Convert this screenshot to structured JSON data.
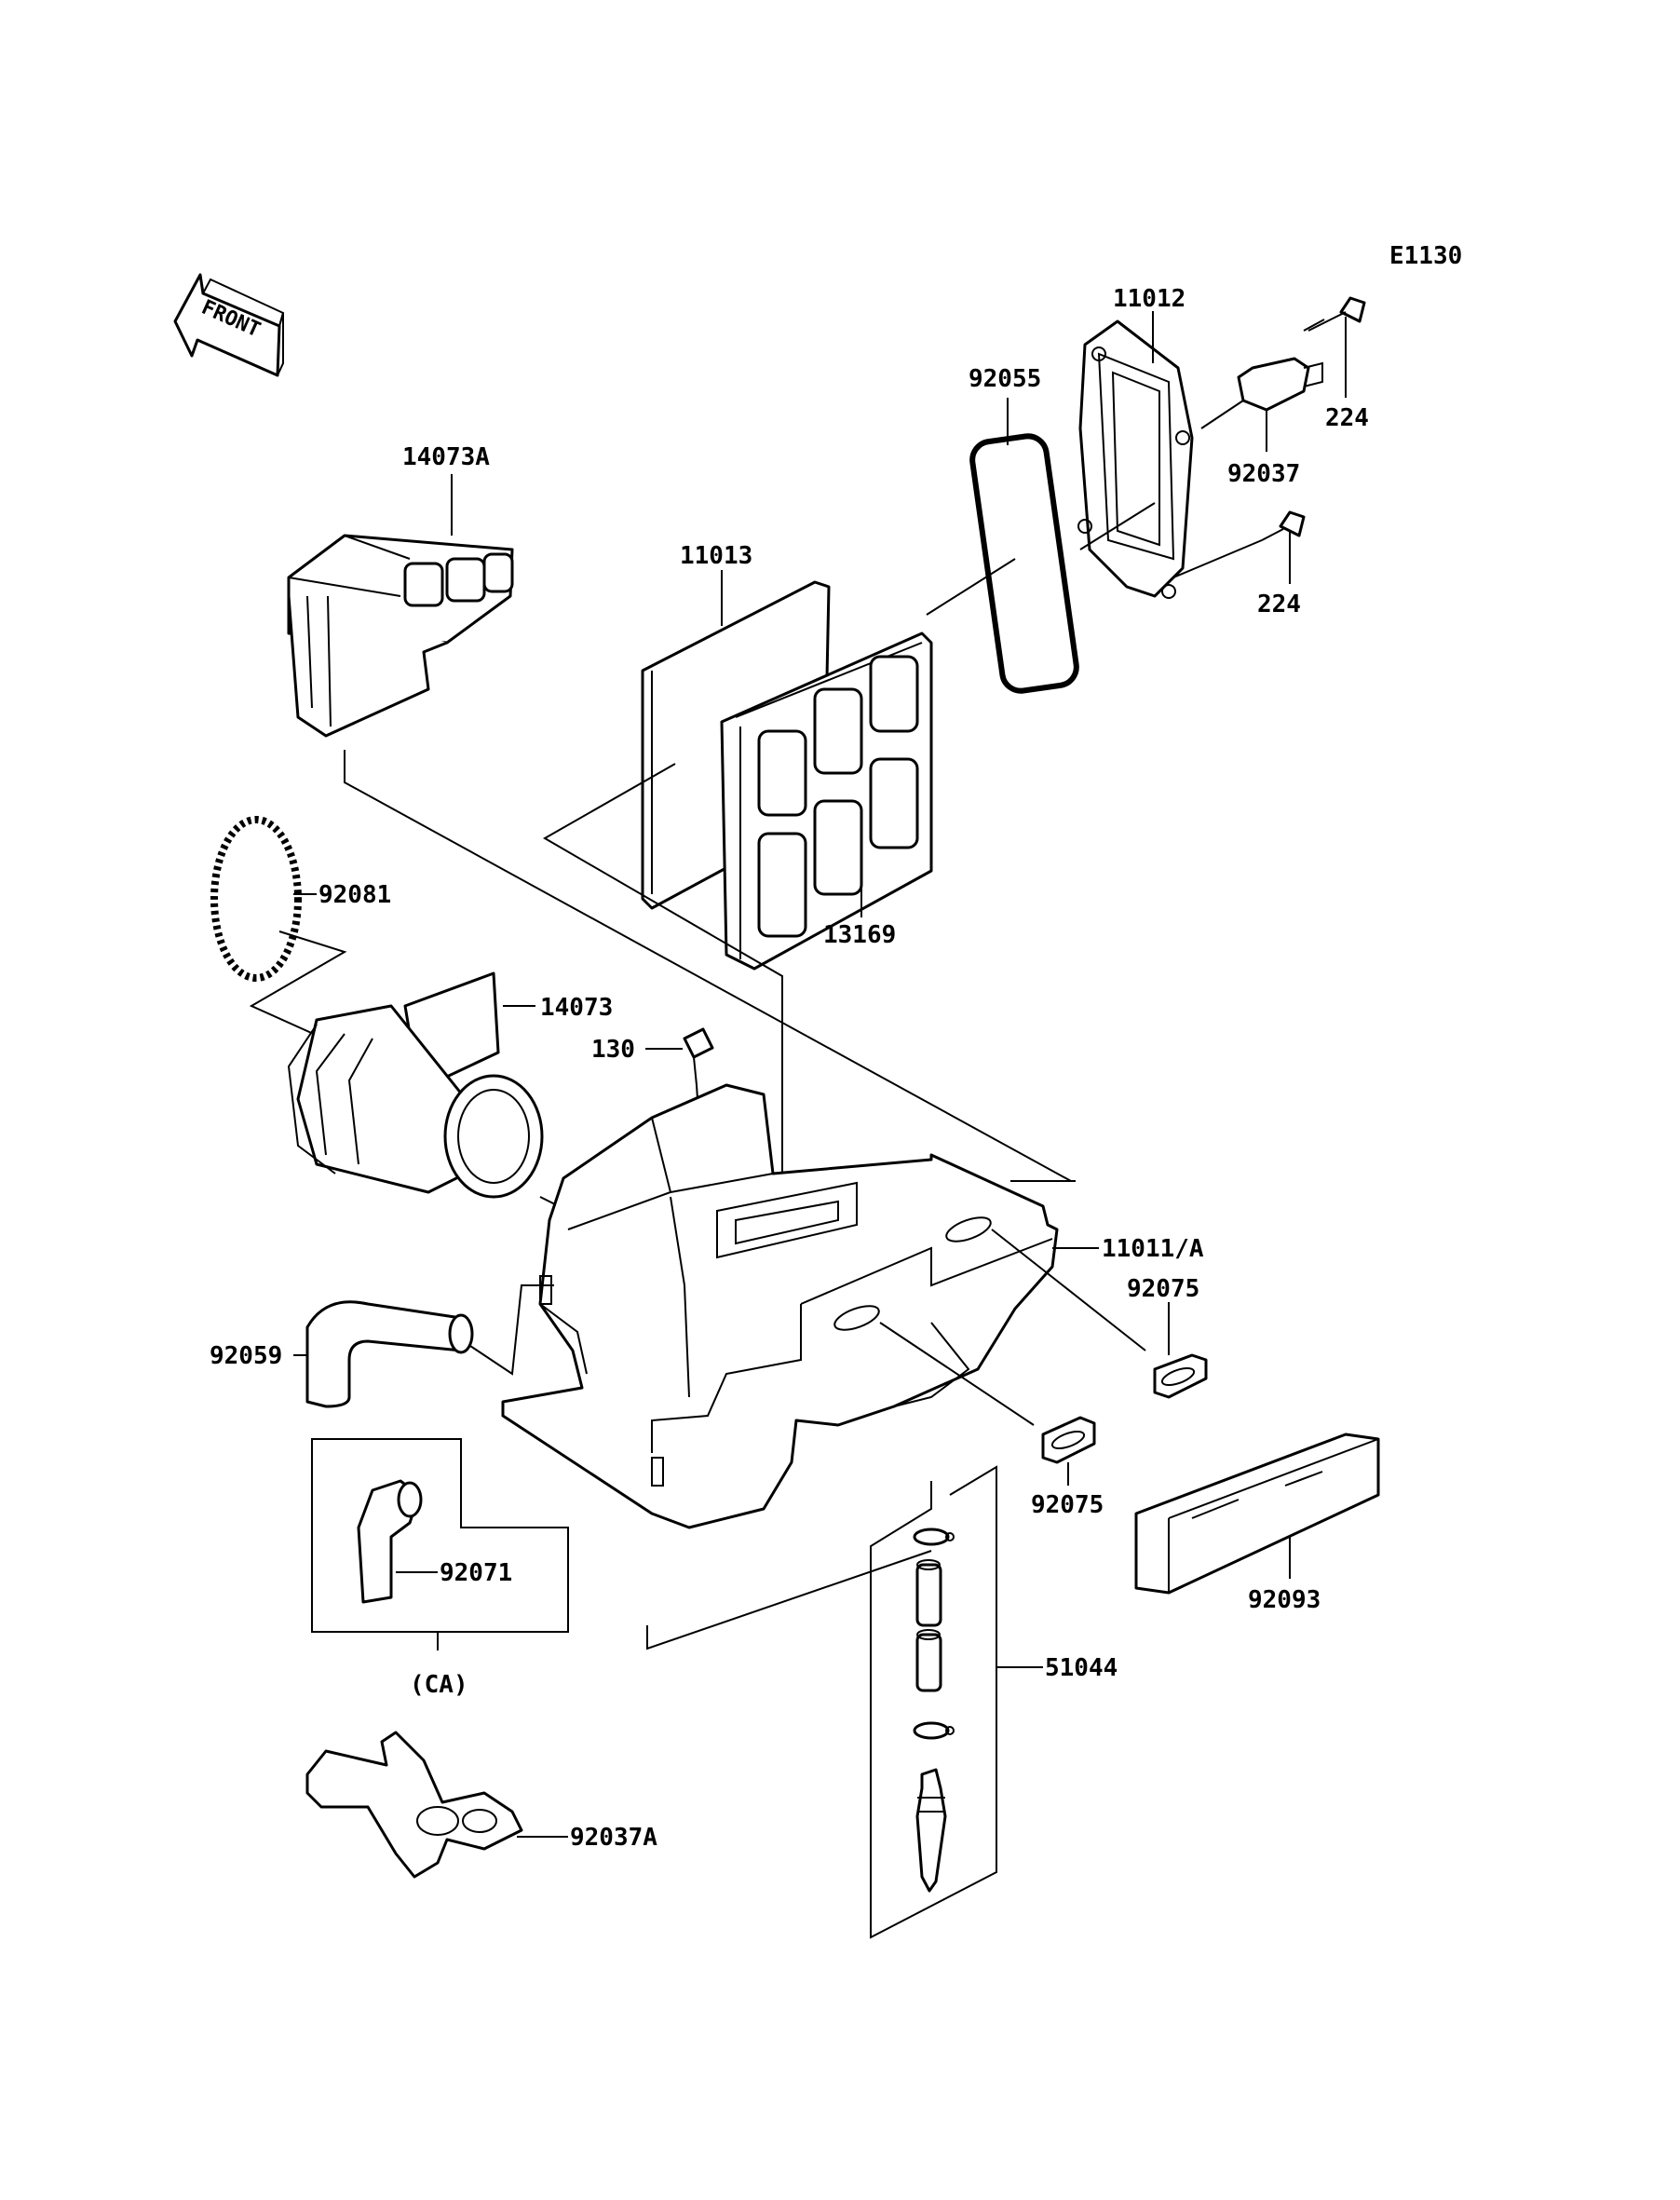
{
  "diagram_code": "E1130",
  "front_label": "FRONT",
  "callouts": {
    "p11012": "11012",
    "p92055": "92055",
    "p224_top": "224",
    "p92037": "92037",
    "p224_bottom": "224",
    "p14073A": "14073A",
    "p11013": "11013",
    "p13169": "13169",
    "p92081": "92081",
    "p14073": "14073",
    "p130": "130",
    "p11011A": "11011/A",
    "p92075_top": "92075",
    "p92059": "92059",
    "p92075_bottom": "92075",
    "p92071": "92071",
    "pCA": "(CA)",
    "p51044": "51044",
    "p92093": "92093",
    "p92037A": "92037A"
  }
}
